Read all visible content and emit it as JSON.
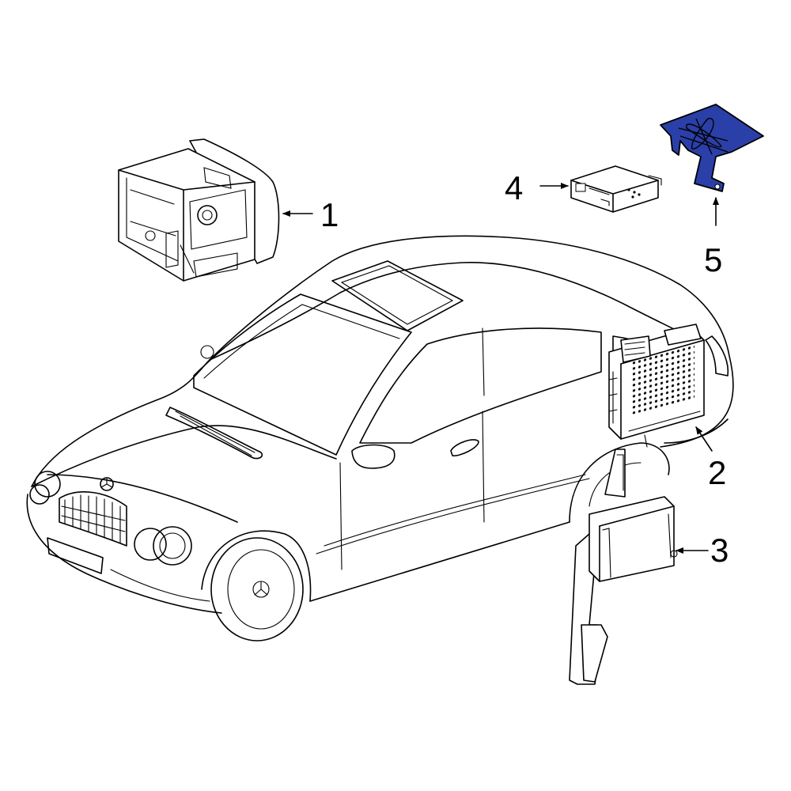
{
  "callouts": [
    {
      "id": "1",
      "label": "1"
    },
    {
      "id": "2",
      "label": "2"
    },
    {
      "id": "3",
      "label": "3"
    },
    {
      "id": "4",
      "label": "4"
    },
    {
      "id": "5",
      "label": "5"
    }
  ],
  "colors": {
    "highlight": "#2b3fa8",
    "line": "#000000",
    "background": "#ffffff"
  },
  "highlighted_part": "5"
}
